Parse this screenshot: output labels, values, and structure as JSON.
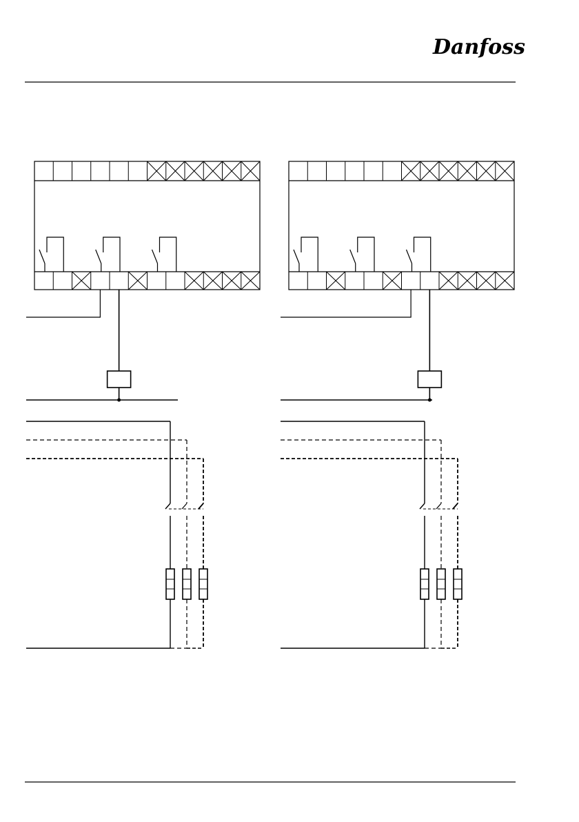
{
  "header": {
    "brand_logo_text": "Danfoss",
    "logo_icon": "danfoss-logo"
  },
  "colors": {
    "line": "#000000",
    "background": "#ffffff"
  },
  "diagrams": [
    {
      "name": "left-wiring-diagram",
      "controller": {
        "top_terminal_count": 12,
        "top_crossed_terminals": [
          7,
          8,
          9,
          10,
          11,
          12
        ],
        "bottom_terminal_count": 12,
        "bottom_crossed_terminals": [
          3,
          6,
          9,
          10,
          11,
          12
        ],
        "relay_count": 3,
        "connected_bottom_terminals": [
          4,
          5
        ]
      },
      "valve_phases": 3,
      "line_styles": [
        "solid",
        "dashed-thin",
        "dashed-thick"
      ]
    },
    {
      "name": "right-wiring-diagram",
      "controller": {
        "top_terminal_count": 12,
        "top_crossed_terminals": [
          7,
          8,
          9,
          10,
          11,
          12
        ],
        "bottom_terminal_count": 12,
        "bottom_crossed_terminals": [
          3,
          6,
          9,
          10,
          11,
          12
        ],
        "relay_count": 3,
        "connected_bottom_terminals": [
          7,
          8
        ]
      },
      "valve_phases": 3,
      "line_styles": [
        "solid",
        "dashed-thin",
        "dashed-thick"
      ]
    }
  ]
}
